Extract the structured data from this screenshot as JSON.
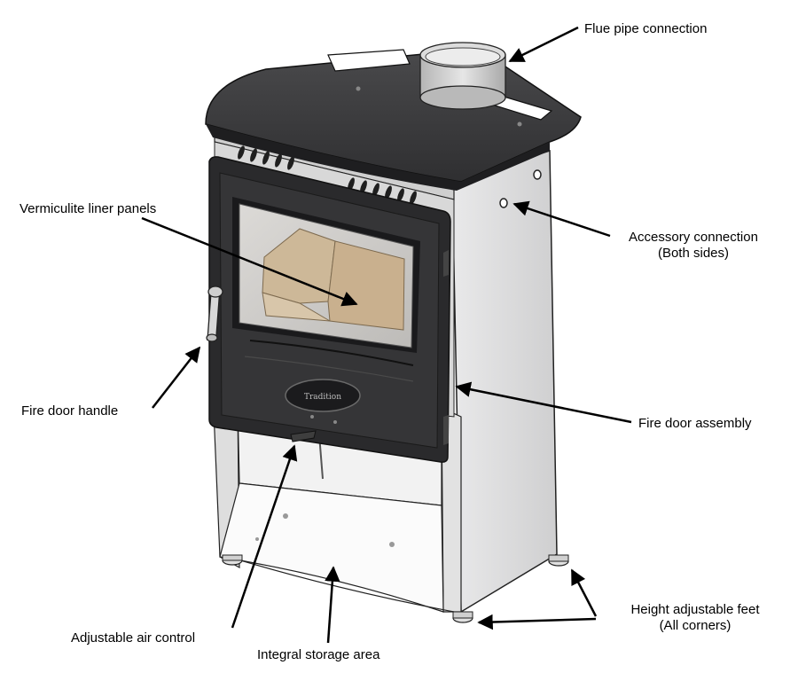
{
  "labels": {
    "flue_pipe": "Flue pipe connection",
    "vermiculite": "Vermiculite liner panels",
    "accessory_line1": "Accessory connection",
    "accessory_line2": "(Both sides)",
    "door_handle": "Fire door handle",
    "door_assembly": "Fire door assembly",
    "feet_line1": "Height adjustable feet",
    "feet_line2": "(All corners)",
    "air_control": "Adjustable air control",
    "storage": "Integral storage area"
  },
  "badge_text": "Tradition",
  "colors": {
    "top_plate": "#3b3b3d",
    "body_side": "#d9d9da",
    "door": "#2a2a2c",
    "glass": "#c9c7c4",
    "liner": "#c8b8a1",
    "pipe": "#c9c9c9",
    "arrow": "#000000"
  }
}
